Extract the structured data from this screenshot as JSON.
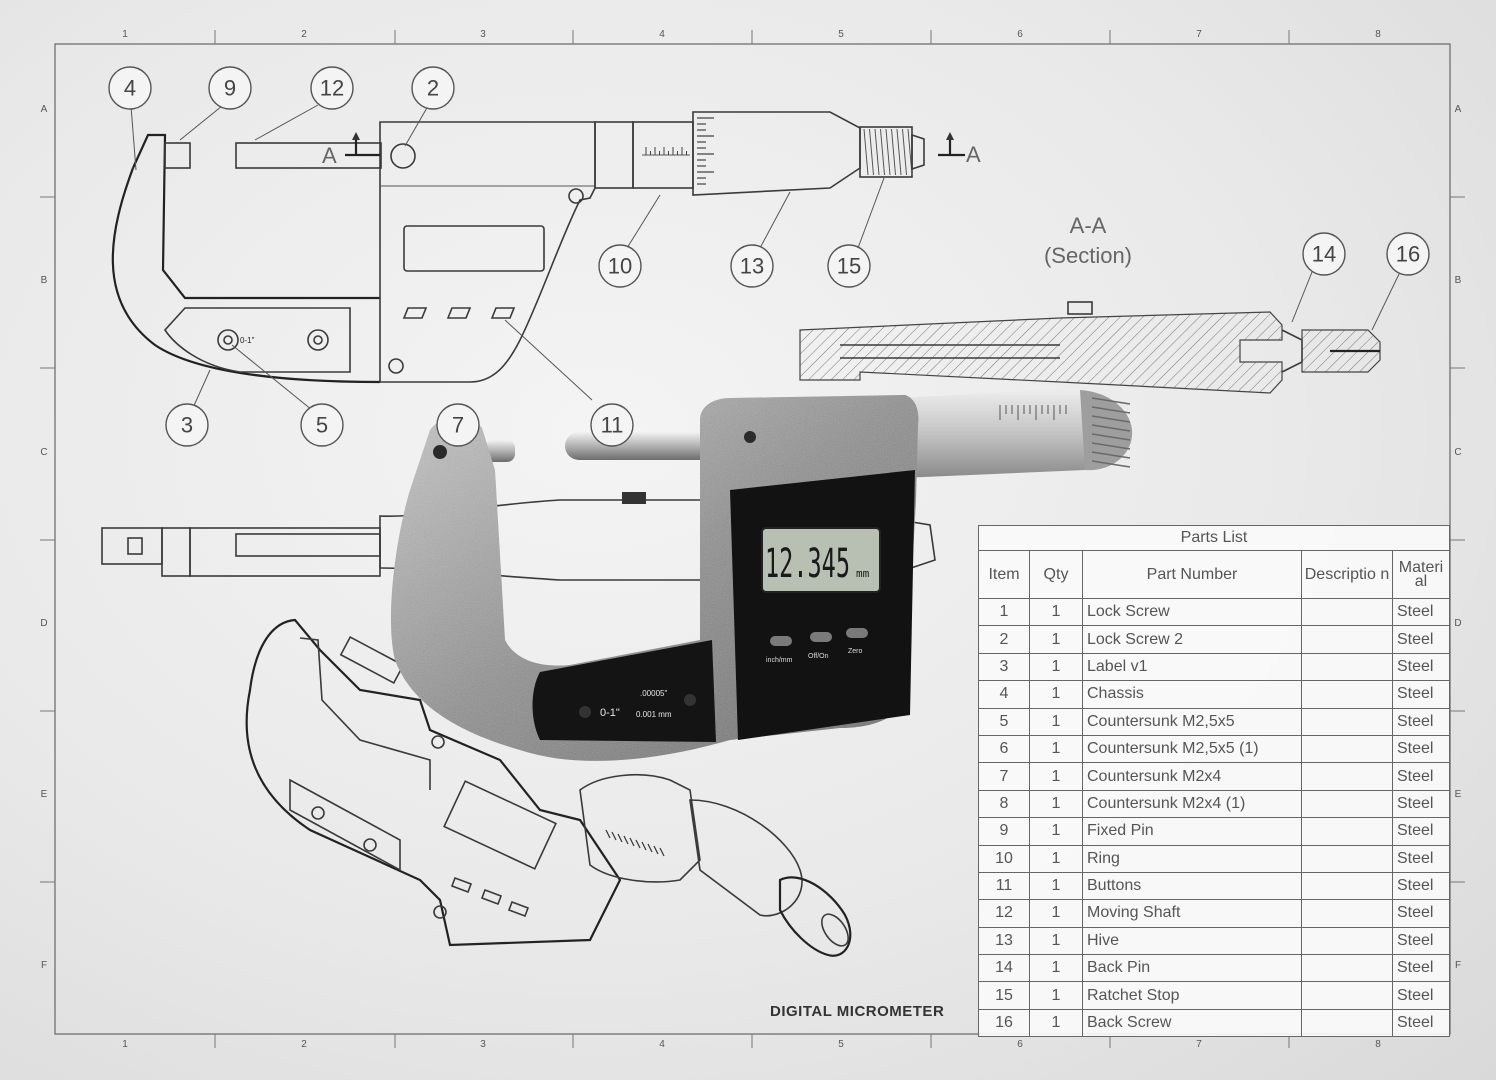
{
  "title": "DIGITAL MICROMETER",
  "section_title": "A-A",
  "section_subtitle": "(Section)",
  "section_marker": "A",
  "zone_columns": [
    "1",
    "2",
    "3",
    "4",
    "5",
    "6",
    "7",
    "8"
  ],
  "zone_rows": [
    "A",
    "B",
    "C",
    "D",
    "E",
    "F"
  ],
  "balloons": [
    "4",
    "9",
    "12",
    "2",
    "10",
    "13",
    "15",
    "3",
    "5",
    "7",
    "11",
    "14",
    "16"
  ],
  "device": {
    "display_value": "12.345",
    "display_unit": "mm",
    "buttons": [
      "inch/mm",
      "Off/On",
      "Zero"
    ],
    "range_label": "0-1\"",
    "resolution_inch": ".00005\"",
    "resolution_mm": "0.001 mm"
  },
  "parts_list": {
    "title": "Parts List",
    "columns": [
      "Item",
      "Qty",
      "Part Number",
      "Descriptio n",
      "Materi al"
    ],
    "rows": [
      [
        "1",
        "1",
        "Lock Screw",
        "",
        "Steel"
      ],
      [
        "2",
        "1",
        "Lock Screw 2",
        "",
        "Steel"
      ],
      [
        "3",
        "1",
        "Label v1",
        "",
        "Steel"
      ],
      [
        "4",
        "1",
        "Chassis",
        "",
        "Steel"
      ],
      [
        "5",
        "1",
        "Countersunk M2,5x5",
        "",
        "Steel"
      ],
      [
        "6",
        "1",
        "Countersunk M2,5x5 (1)",
        "",
        "Steel"
      ],
      [
        "7",
        "1",
        "Countersunk M2x4",
        "",
        "Steel"
      ],
      [
        "8",
        "1",
        "Countersunk M2x4 (1)",
        "",
        "Steel"
      ],
      [
        "9",
        "1",
        "Fixed Pin",
        "",
        "Steel"
      ],
      [
        "10",
        "1",
        "Ring",
        "",
        "Steel"
      ],
      [
        "11",
        "1",
        "Buttons",
        "",
        "Steel"
      ],
      [
        "12",
        "1",
        "Moving Shaft",
        "",
        "Steel"
      ],
      [
        "13",
        "1",
        "Hive",
        "",
        "Steel"
      ],
      [
        "14",
        "1",
        "Back Pin",
        "",
        "Steel"
      ],
      [
        "15",
        "1",
        "Ratchet Stop",
        "",
        "Steel"
      ],
      [
        "16",
        "1",
        "Back Screw",
        "",
        "Steel"
      ]
    ]
  },
  "colors": {
    "background": "#ececec",
    "line": "#3a3a3a",
    "metal": "#9a9a9a",
    "panel": "#111111",
    "lcd": "#b8c1b4"
  }
}
